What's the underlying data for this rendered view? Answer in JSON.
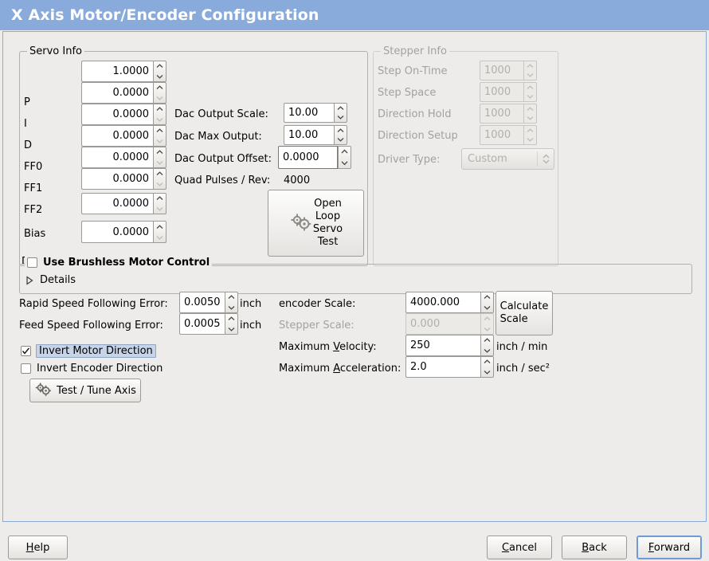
{
  "window": {
    "title": "X Axis Motor/Encoder Configuration",
    "title_bar_color": "#88abdb",
    "background_color": "#edecea",
    "panel_border_color": "#8cabd4"
  },
  "servo_info": {
    "frame_title": "Servo Info",
    "fields": [
      {
        "label": "P",
        "value": "1.0000",
        "up_enabled": true,
        "down_enabled": true
      },
      {
        "label": "I",
        "value": "0.0000",
        "up_enabled": true,
        "down_enabled": false
      },
      {
        "label": "D",
        "value": "0.0000",
        "up_enabled": true,
        "down_enabled": false
      },
      {
        "label": "FF0",
        "value": "0.0000",
        "up_enabled": true,
        "down_enabled": false
      },
      {
        "label": "FF1",
        "value": "0.0000",
        "up_enabled": true,
        "down_enabled": false
      },
      {
        "label": "FF2",
        "value": "0.0000",
        "up_enabled": true,
        "down_enabled": false
      },
      {
        "label": "Bias",
        "value": "0.0000",
        "up_enabled": true,
        "down_enabled": false
      },
      {
        "label": "Deadband",
        "value": "0.0000",
        "up_enabled": true,
        "down_enabled": false
      }
    ],
    "dac": [
      {
        "label": "Dac Output Scale:",
        "value": "10.00"
      },
      {
        "label": "Dac Max Output:",
        "value": "10.00"
      },
      {
        "label": "Dac Output Offset:",
        "value": "0.0000"
      }
    ],
    "quad_pulses_label": "Quad Pulses / Rev:",
    "quad_pulses_value": "4000",
    "open_loop_button": {
      "icon": "gears-icon",
      "lines": [
        "Open",
        "Loop",
        "Servo",
        "Test"
      ]
    }
  },
  "stepper_info": {
    "frame_title": "Stepper Info",
    "disabled": true,
    "fields": [
      {
        "label": "Step On-Time",
        "value": "1000"
      },
      {
        "label": "Step Space",
        "value": "1000"
      },
      {
        "label": "Direction Hold",
        "value": "1000"
      },
      {
        "label": "Direction Setup",
        "value": "1000"
      }
    ],
    "driver_type_label": "Driver Type:",
    "driver_type_value": "Custom"
  },
  "brushless": {
    "checkbox_label": "Use Brushless Motor Control",
    "checked": false,
    "details_label": "Details",
    "details_expanded": false
  },
  "following_errors": [
    {
      "label": "Rapid Speed Following Error:",
      "value": "0.0050",
      "unit": "inch"
    },
    {
      "label": "Feed Speed Following Error:",
      "value": "0.0005",
      "unit": "inch"
    }
  ],
  "invert_options": [
    {
      "label": "Invert Motor Direction",
      "checked": true,
      "focused": true
    },
    {
      "label": "Invert Encoder Direction",
      "checked": false,
      "focused": false
    }
  ],
  "test_tune_button": {
    "icon": "gears-icon",
    "label": "Test / Tune Axis"
  },
  "scale_section": {
    "rows": [
      {
        "label": "encoder Scale:",
        "value": "4000.000",
        "unit": "",
        "disabled": false,
        "mnemonic": ""
      },
      {
        "label": "Stepper Scale:",
        "value": "0.000",
        "unit": "",
        "disabled": true,
        "mnemonic": ""
      },
      {
        "label": "Maximum Velocity:",
        "value": "250",
        "unit": "inch / min",
        "disabled": false,
        "mnemonic": "V"
      },
      {
        "label": "Maximum Acceleration:",
        "value": "2.0",
        "unit": "inch / sec²",
        "disabled": false,
        "mnemonic": "A"
      }
    ],
    "calculate_button_lines": [
      "Calculate",
      "Scale"
    ]
  },
  "action_bar": {
    "help": "Help",
    "help_mnemonic": "H",
    "cancel": "Cancel",
    "cancel_mnemonic": "C",
    "back": "Back",
    "back_mnemonic": "B",
    "forward": "Forward",
    "forward_mnemonic": "F",
    "focused_button": "Forward"
  }
}
